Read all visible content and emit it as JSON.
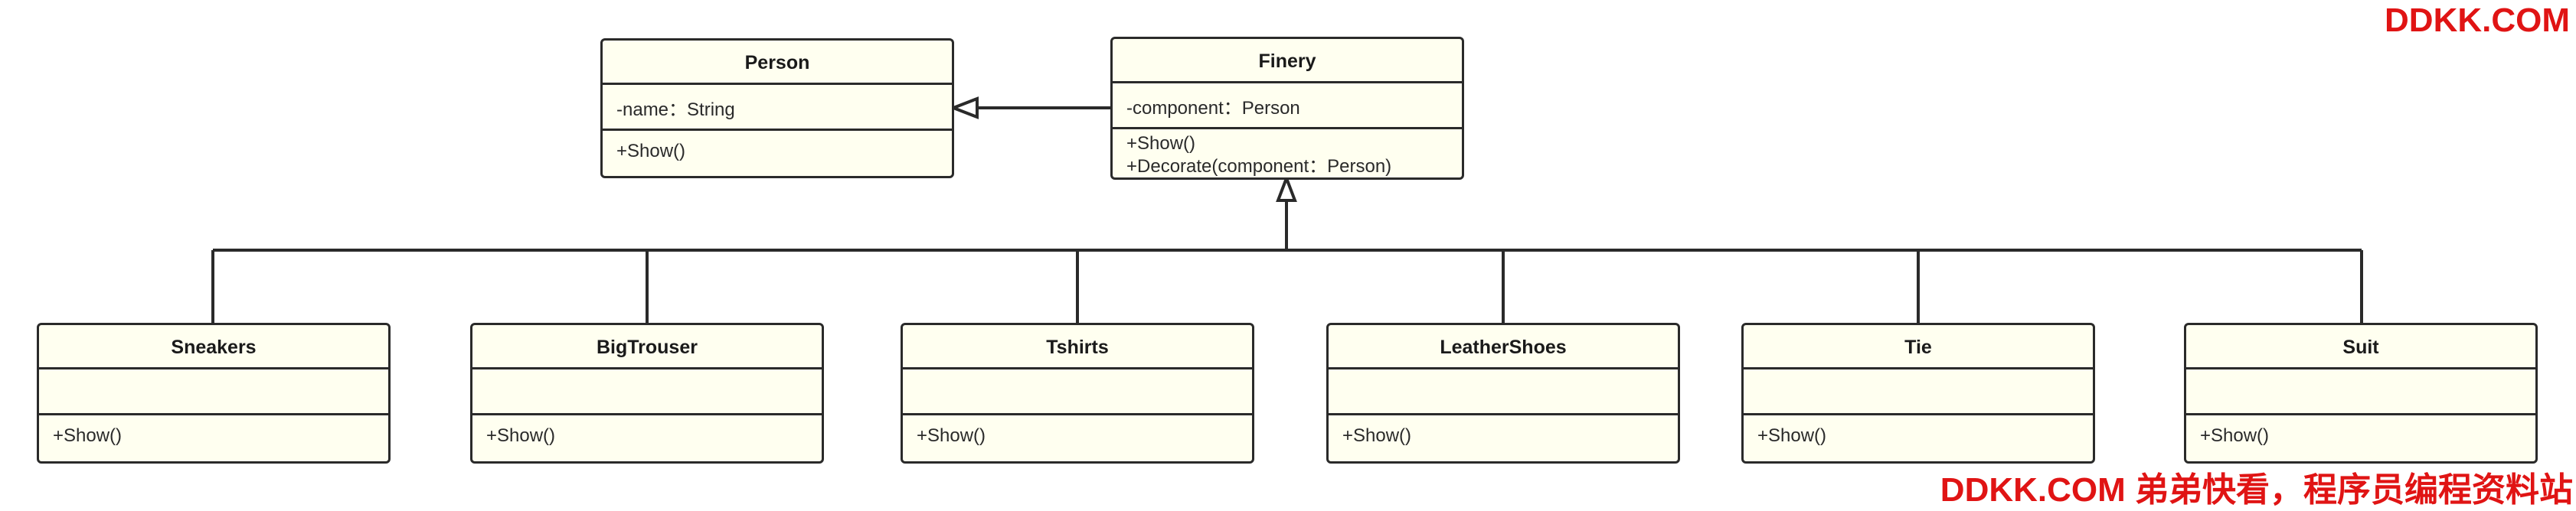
{
  "classes": {
    "person": {
      "name": "Person",
      "attributes": [
        "-name：String"
      ],
      "operations": [
        "+Show()"
      ]
    },
    "finery": {
      "name": "Finery",
      "attributes": [
        "-component：Person"
      ],
      "operations": [
        "+Show()",
        "+Decorate(component：Person)"
      ]
    },
    "sneakers": {
      "name": "Sneakers",
      "attributes": [],
      "operations": [
        "+Show()"
      ]
    },
    "bigtrouser": {
      "name": "BigTrouser",
      "attributes": [],
      "operations": [
        "+Show()"
      ]
    },
    "tshirts": {
      "name": "Tshirts",
      "attributes": [],
      "operations": [
        "+Show()"
      ]
    },
    "leathershoes": {
      "name": "LeatherShoes",
      "attributes": [],
      "operations": [
        "+Show()"
      ]
    },
    "tie": {
      "name": "Tie",
      "attributes": [],
      "operations": [
        "+Show()"
      ]
    },
    "suit": {
      "name": "Suit",
      "attributes": [],
      "operations": [
        "+Show()"
      ]
    }
  },
  "relations": [
    {
      "type": "generalization",
      "from": "finery",
      "to": "person"
    },
    {
      "type": "generalization",
      "from": "sneakers",
      "to": "finery"
    },
    {
      "type": "generalization",
      "from": "bigtrouser",
      "to": "finery"
    },
    {
      "type": "generalization",
      "from": "tshirts",
      "to": "finery"
    },
    {
      "type": "generalization",
      "from": "leathershoes",
      "to": "finery"
    },
    {
      "type": "generalization",
      "from": "tie",
      "to": "finery"
    },
    {
      "type": "generalization",
      "from": "suit",
      "to": "finery"
    }
  ],
  "watermarks": {
    "top_right": "DDKK.COM",
    "bottom_right": "DDKK.COM 弟弟快看，程序员编程资料站"
  },
  "colors": {
    "box_fill": "#fffff0",
    "stroke": "#2a2a2a",
    "watermark": "#e01414"
  }
}
